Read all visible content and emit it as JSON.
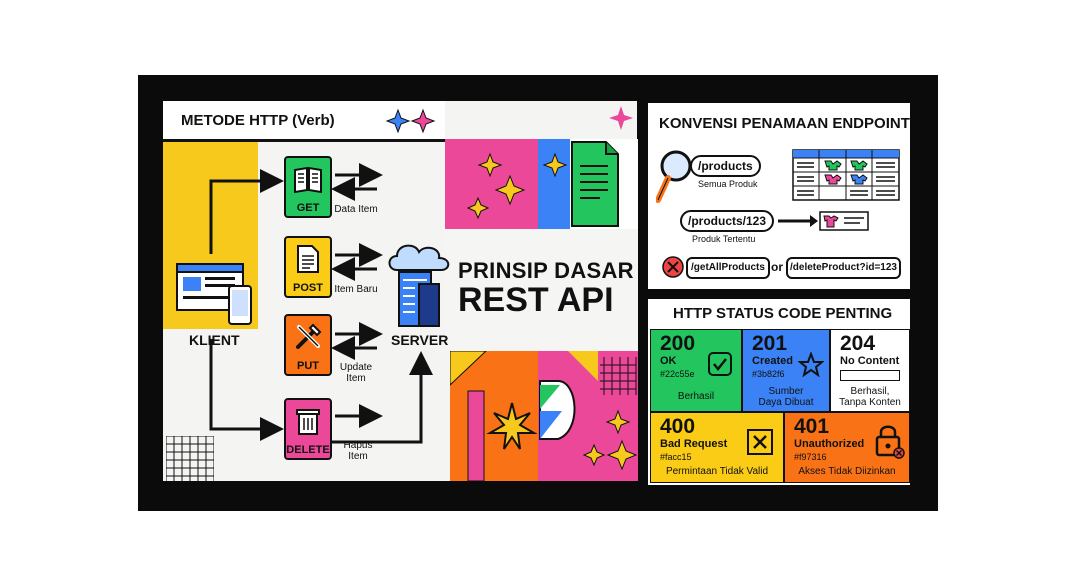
{
  "left": {
    "header": "METODE HTTP (Verb)",
    "client_label": "KLIENT",
    "server_label": "SERVER",
    "methods": [
      {
        "name": "GET",
        "action": "Data Item",
        "color": "#22c55e"
      },
      {
        "name": "POST",
        "action": "Item Baru",
        "color": "#facc15"
      },
      {
        "name": "PUT",
        "action": "Update Item",
        "color": "#f97316"
      },
      {
        "name": "DELETE",
        "action": "Hapus Item",
        "color": "#ec4899"
      }
    ]
  },
  "title": {
    "line1": "PRINSIP DASAR",
    "line2": "REST API"
  },
  "endpoint": {
    "header": "KONVENSI PENAMAAN ENDPOINT",
    "collection_path": "/products",
    "collection_caption": "Semua Produk",
    "item_path": "/products/123",
    "item_caption": "Produk Tertentu",
    "bad_path_1": "/getAllProducts",
    "or_word": "or",
    "bad_path_2": "/deleteProduct?id=123"
  },
  "status": {
    "header": "HTTP STATUS CODE PENTING",
    "codes": [
      {
        "code": "200",
        "name": "OK",
        "hex": "#22c55e",
        "desc": "Berhasil"
      },
      {
        "code": "201",
        "name": "Created",
        "hex": "#3b82f6",
        "desc": "Sumber Daya Dibuat"
      },
      {
        "code": "204",
        "name": "No Content",
        "hex": "",
        "desc": "Berhasil, Tanpa Konten"
      },
      {
        "code": "400",
        "name": "Bad Request",
        "hex": "#facc15",
        "desc": "Permintaan Tidak Valid"
      },
      {
        "code": "401",
        "name": "Unauthorized",
        "hex": "#f97316",
        "desc": "Akses Tidak Diizinkan"
      }
    ]
  },
  "colors": {
    "frame": "#0b0b0b",
    "yellow": "#f7c91c",
    "pink": "#ec4899",
    "blue": "#3b82f6",
    "green": "#22c55e",
    "orange": "#f97316",
    "red": "#ef4444"
  }
}
